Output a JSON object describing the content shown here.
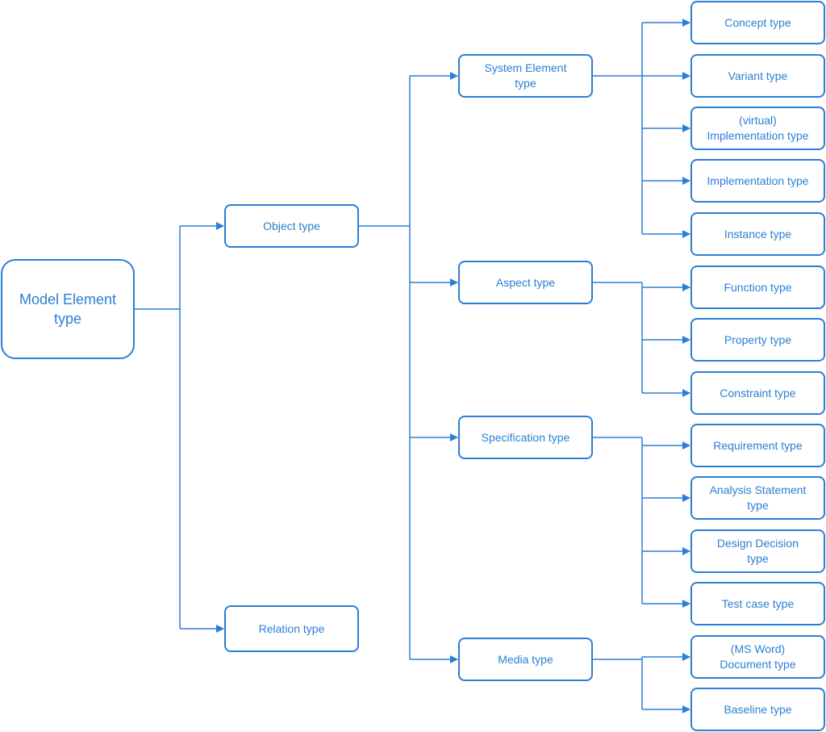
{
  "colors": {
    "accent": "#2a7fd4",
    "background": "#ffffff"
  },
  "diagram": {
    "root": "Model Element\ntype",
    "level1": [
      "Object type",
      "Relation type"
    ],
    "level2": [
      "System Element\ntype",
      "Aspect type",
      "Specification type",
      "Media type"
    ],
    "system_element_children": [
      "Concept type",
      "Variant type",
      "(virtual)\nImplementation type",
      "Implementation type",
      "Instance type"
    ],
    "aspect_children": [
      "Function type",
      "Property type",
      "Constraint type"
    ],
    "specification_children": [
      "Requirement type",
      "Analysis Statement\ntype",
      "Design Decision\ntype",
      "Test case type"
    ],
    "media_children": [
      "(MS Word)\nDocument type",
      "Baseline type"
    ]
  }
}
